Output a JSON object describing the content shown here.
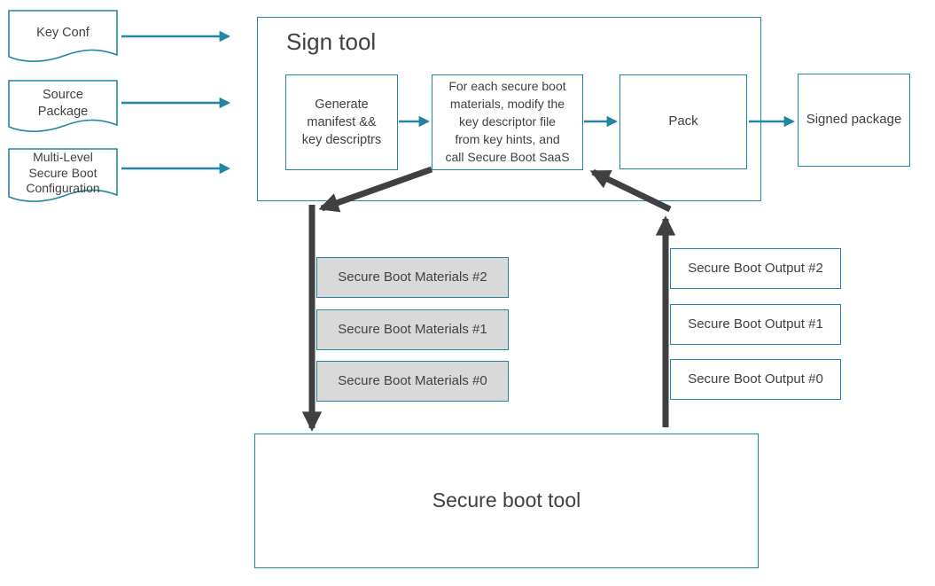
{
  "colors": {
    "accent_teal": "#2286A2",
    "dark_arrow": "#404040",
    "text": "#404040",
    "material_fill": "#D9D9D9",
    "box_fill": "#FFFFFF"
  },
  "inputs": [
    {
      "label": "Key Conf"
    },
    {
      "label": "Source\nPackage"
    },
    {
      "label": "Multi-Level\nSecure Boot\nConfiguration"
    }
  ],
  "sign_tool": {
    "title": "Sign tool",
    "steps": [
      {
        "label": "Generate\nmanifest &&\nkey descriptrs"
      },
      {
        "label": "For each secure boot\nmaterials, modify the\nkey descriptor file\nfrom key hints, and\ncall Secure Boot SaaS"
      },
      {
        "label": "Pack"
      }
    ]
  },
  "signed_package": {
    "label": "Signed package"
  },
  "materials": [
    {
      "label": "Secure Boot Materials #2"
    },
    {
      "label": "Secure Boot Materials #1"
    },
    {
      "label": "Secure Boot Materials #0"
    }
  ],
  "outputs": [
    {
      "label": "Secure Boot Output #2"
    },
    {
      "label": "Secure Boot Output #1"
    },
    {
      "label": "Secure Boot Output #0"
    }
  ],
  "secure_boot_tool": {
    "label": "Secure boot tool"
  },
  "connections": [
    {
      "from": "key-conf",
      "to": "sign-tool",
      "style": "teal-thin"
    },
    {
      "from": "source-package",
      "to": "sign-tool",
      "style": "teal-thin"
    },
    {
      "from": "multi-level-config",
      "to": "sign-tool",
      "style": "teal-thin"
    },
    {
      "from": "generate-manifest",
      "to": "modify-descriptor",
      "style": "teal-thin"
    },
    {
      "from": "modify-descriptor",
      "to": "pack",
      "style": "teal-thin"
    },
    {
      "from": "pack",
      "to": "signed-package",
      "style": "teal-thin"
    },
    {
      "from": "modify-descriptor",
      "to": "secure-boot-tool",
      "style": "dark-thick"
    },
    {
      "from": "secure-boot-tool",
      "to": "modify-descriptor",
      "style": "dark-thick"
    }
  ]
}
